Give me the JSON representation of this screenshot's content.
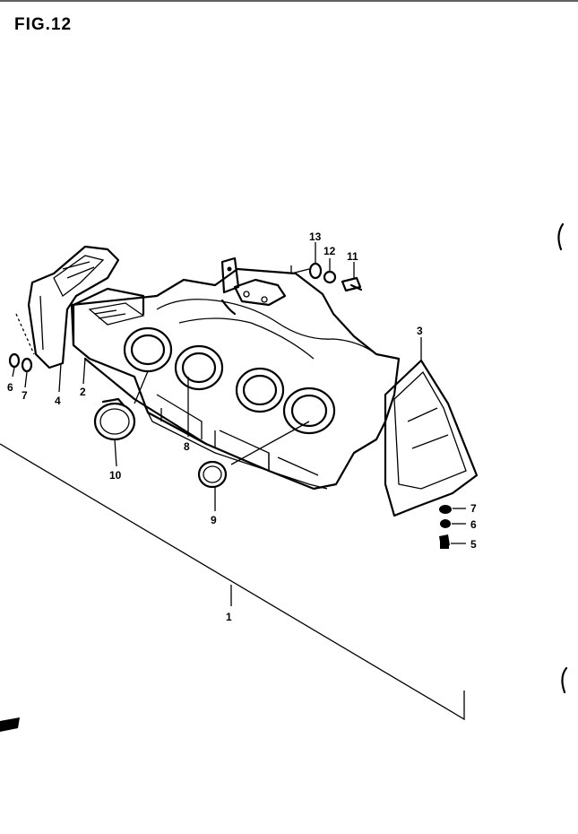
{
  "figure": {
    "title": "FIG.12"
  },
  "callouts": [
    {
      "id": "c1",
      "label": "1"
    },
    {
      "id": "c2",
      "label": "2"
    },
    {
      "id": "c3",
      "label": "3"
    },
    {
      "id": "c4",
      "label": "4"
    },
    {
      "id": "c5",
      "label": "5"
    },
    {
      "id": "c6a",
      "label": "6"
    },
    {
      "id": "c6b",
      "label": "6"
    },
    {
      "id": "c7a",
      "label": "7"
    },
    {
      "id": "c7b",
      "label": "7"
    },
    {
      "id": "c8",
      "label": "8"
    },
    {
      "id": "c9",
      "label": "9"
    },
    {
      "id": "c10",
      "label": "10"
    },
    {
      "id": "c11",
      "label": "11"
    },
    {
      "id": "c12",
      "label": "12"
    },
    {
      "id": "c13",
      "label": "13"
    }
  ]
}
